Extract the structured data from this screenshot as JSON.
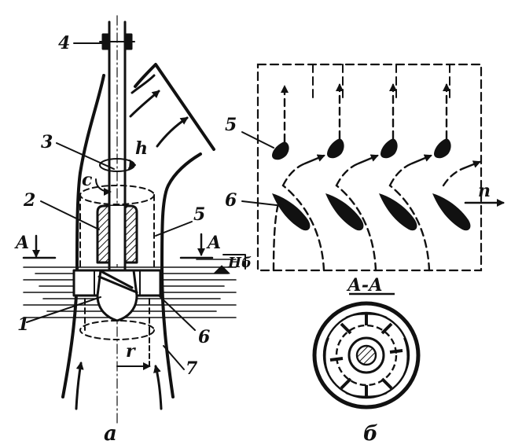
{
  "colors": {
    "ink": "#111111",
    "paper": "#ffffff"
  },
  "figure_a": {
    "labels": {
      "n1": "1",
      "n2": "2",
      "n3": "3",
      "n4": "4",
      "n5": "5",
      "n6": "6",
      "n7": "7",
      "c": "c",
      "h": "h",
      "r": "r",
      "sectionLeft": "A",
      "sectionRight": "A",
      "nb": "Нб"
    },
    "caption": "а"
  },
  "figure_b": {
    "labels": {
      "n5": "5",
      "n6": "6",
      "n": "n"
    },
    "sectionTitle": "А-А",
    "caption": "б"
  }
}
